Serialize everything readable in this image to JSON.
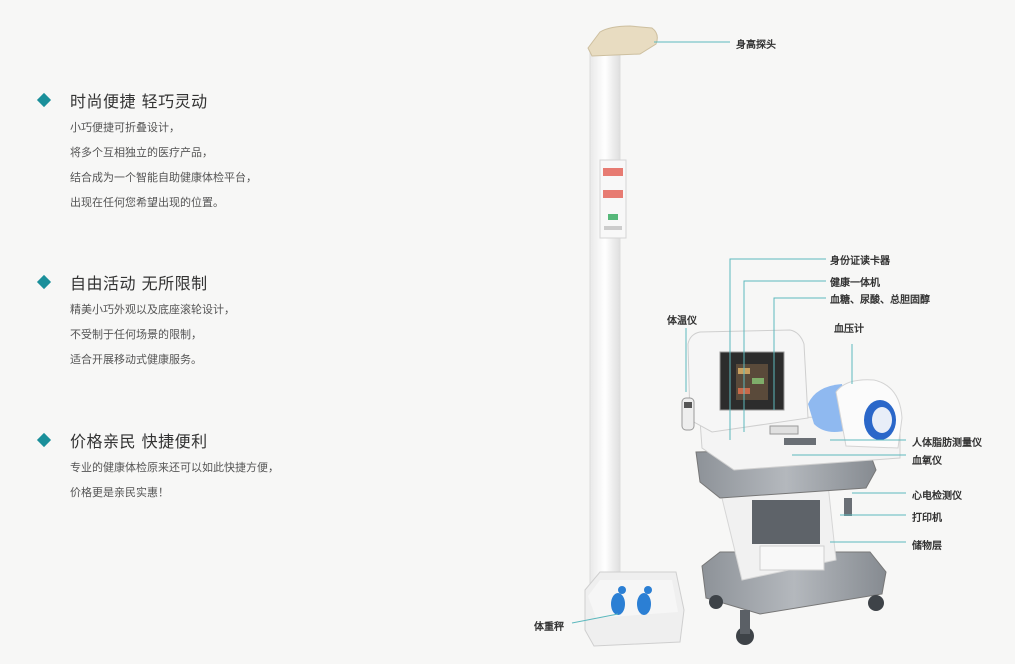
{
  "features": [
    {
      "title": "时尚便捷 轻巧灵动",
      "lines": [
        "小巧便捷可折叠设计，",
        "将多个互相独立的医疗产品，",
        "结合成为一个智能自助健康体检平台，",
        "出现在任何您希望出现的位置。"
      ]
    },
    {
      "title": "自由活动 无所限制",
      "lines": [
        "精美小巧外观以及底座滚轮设计，",
        "不受制于任何场景的限制，",
        "适合开展移动式健康服务。"
      ]
    },
    {
      "title": "价格亲民 快捷便利",
      "lines": [
        "专业的健康体检原来还可以如此快捷方便，",
        "价格更是亲民实惠！"
      ]
    }
  ],
  "callouts": {
    "height_probe": "身高探头",
    "id_reader": "身份证读卡器",
    "health_machine": "健康一体机",
    "blood_tests": "血糖、尿酸、总胆固醇",
    "thermometer": "体温仪",
    "blood_pressure": "血压计",
    "body_fat": "人体脂肪测量仪",
    "oximeter": "血氧仪",
    "ecg": "心电检测仪",
    "printer": "打印机",
    "storage": "储物层",
    "scale": "体重秤"
  },
  "colors": {
    "accent": "#1a8f9a",
    "leader": "#5cb8bd",
    "footprint": "#2b7fd4",
    "cuff": "#2a67c9"
  }
}
